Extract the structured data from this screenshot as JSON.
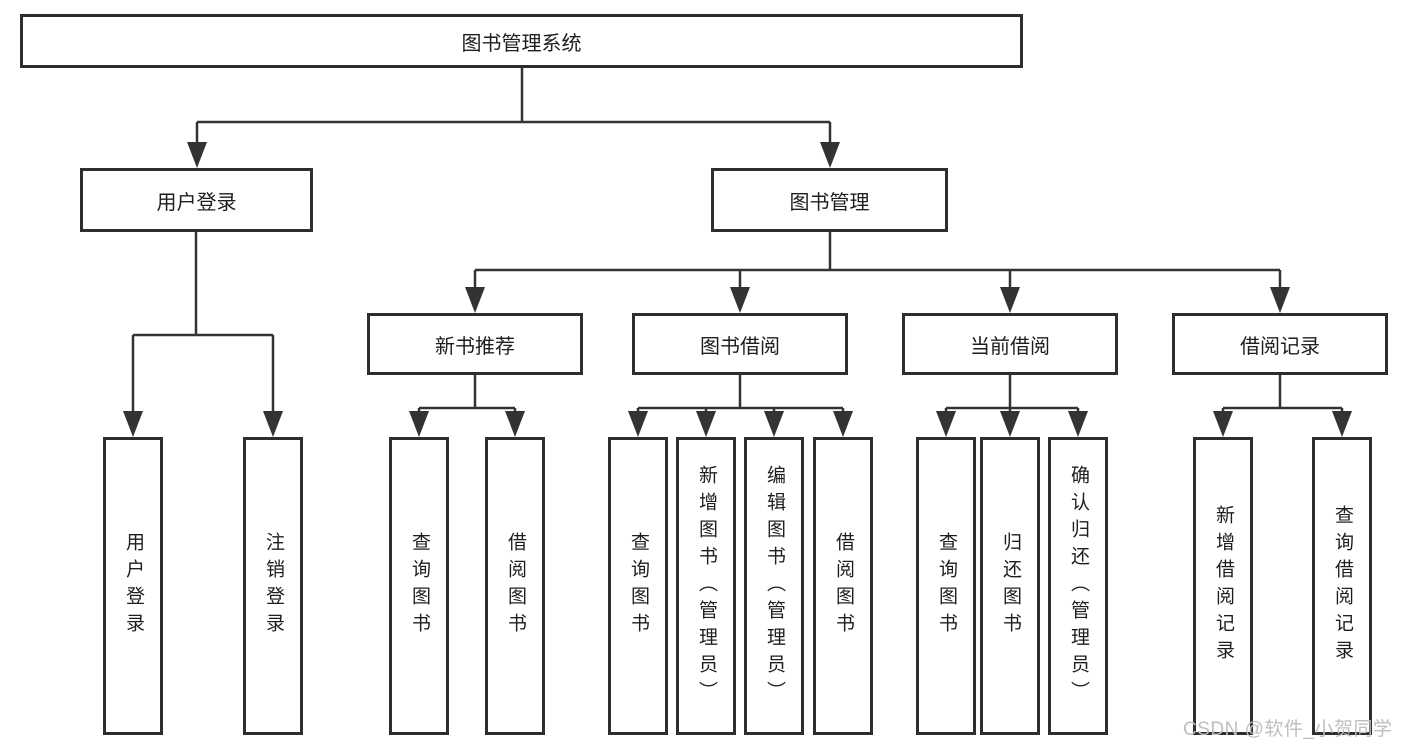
{
  "diagram": {
    "root": {
      "label": "图书管理系统"
    },
    "level2": [
      {
        "label": "用户登录",
        "leaves": [
          {
            "label": "用户登录"
          },
          {
            "label": "注销登录"
          }
        ]
      },
      {
        "label": "图书管理",
        "groups": [
          {
            "label": "新书推荐",
            "leaves": [
              {
                "label": "查询图书"
              },
              {
                "label": "借阅图书"
              }
            ]
          },
          {
            "label": "图书借阅",
            "leaves": [
              {
                "label": "查询图书"
              },
              {
                "label": "新增图书（管理员）"
              },
              {
                "label": "编辑图书（管理员）"
              },
              {
                "label": "借阅图书"
              }
            ]
          },
          {
            "label": "当前借阅",
            "leaves": [
              {
                "label": "查询图书"
              },
              {
                "label": "归还图书"
              },
              {
                "label": "确认归还（管理员）"
              }
            ]
          },
          {
            "label": "借阅记录",
            "leaves": [
              {
                "label": "新增借阅记录"
              },
              {
                "label": "查询借阅记录"
              }
            ]
          }
        ]
      }
    ]
  },
  "watermark": {
    "text": "CSDN @软件_小贺同学"
  },
  "colors": {
    "line": "#333333",
    "box_border": "#2e2e2e",
    "box_fill": "#ffffff",
    "text": "#1e1e1e",
    "watermark": "#bfbebe",
    "background": "#ffffff"
  }
}
